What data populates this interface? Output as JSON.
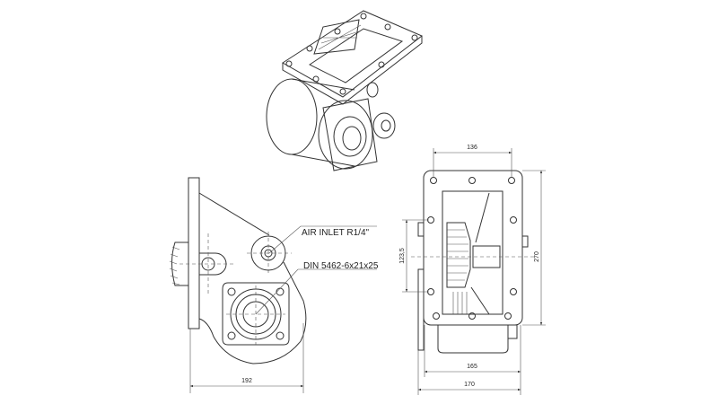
{
  "annotations": {
    "air_inlet": "AIR INLET R1/4\"",
    "din_spec": "DIN 5462-6x21x25"
  },
  "dimensions": {
    "side_width": "192",
    "top_bolt_spacing": "136",
    "flange_height": "270",
    "shaft_offset": "123,5",
    "inner_width": "165",
    "overall_width": "170"
  }
}
